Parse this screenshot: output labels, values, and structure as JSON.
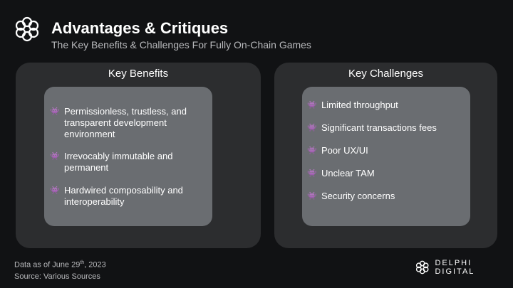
{
  "header": {
    "title": "Advantages & Critiques",
    "subtitle": "The Key Benefits & Challenges For Fully On-Chain Games"
  },
  "benefits": {
    "heading": "Key Benefits",
    "items": [
      "Permissionless, trustless, and transparent development environment",
      "Irrevocably immutable and permanent",
      "Hardwired composability and interoperability"
    ]
  },
  "challenges": {
    "heading": "Key Challenges",
    "items": [
      "Limited throughput",
      "Significant transactions fees",
      "Poor UX/UI",
      "Unclear TAM",
      "Security concerns"
    ]
  },
  "bullet_icon": "👾",
  "footer": {
    "date_prefix": "Data as of June 29",
    "date_sup": "th",
    "date_suffix": ", 2023",
    "source": "Source: Various Sources"
  },
  "brand": {
    "name": "DELPHI DIGITAL"
  }
}
